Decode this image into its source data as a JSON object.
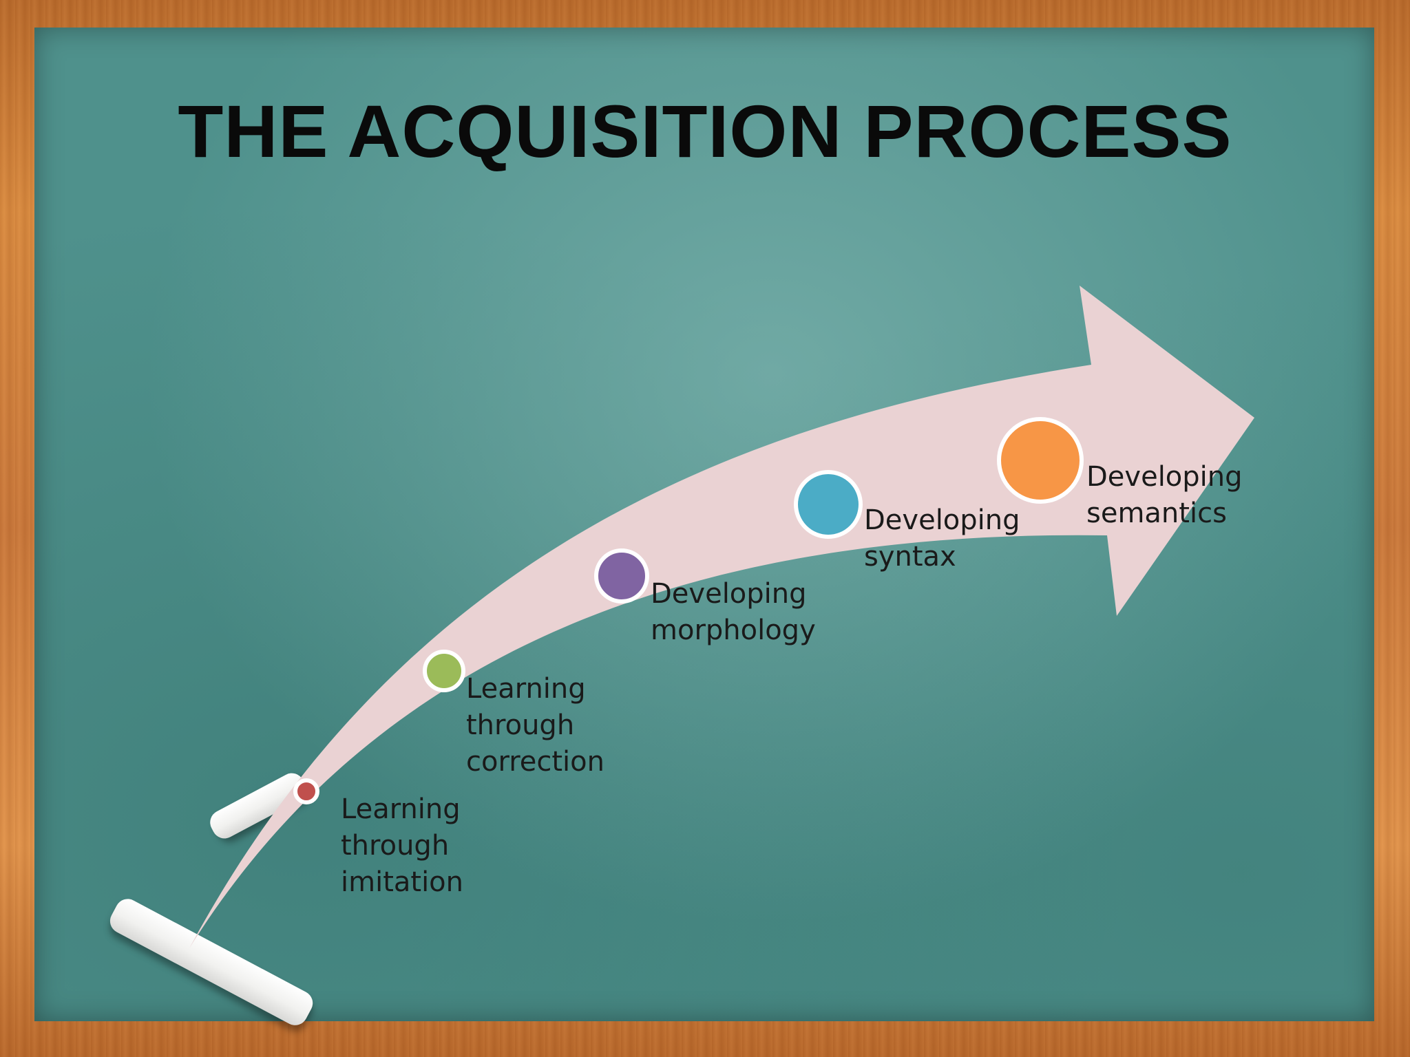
{
  "title": "THE ACQUISITION PROCESS",
  "colors": {
    "arrow": "#ead2d3",
    "stage_border": "#ffffff"
  },
  "stages": [
    {
      "label": "Learning\nthrough\nimitation",
      "color": "#c0504d"
    },
    {
      "label": "Learning\nthrough\ncorrection",
      "color": "#9bbb59"
    },
    {
      "label": "Developing\nmorphology",
      "color": "#8064a2"
    },
    {
      "label": "Developing\nsyntax",
      "color": "#4bacc6"
    },
    {
      "label": "Developing\nsemantics",
      "color": "#f79646"
    }
  ]
}
